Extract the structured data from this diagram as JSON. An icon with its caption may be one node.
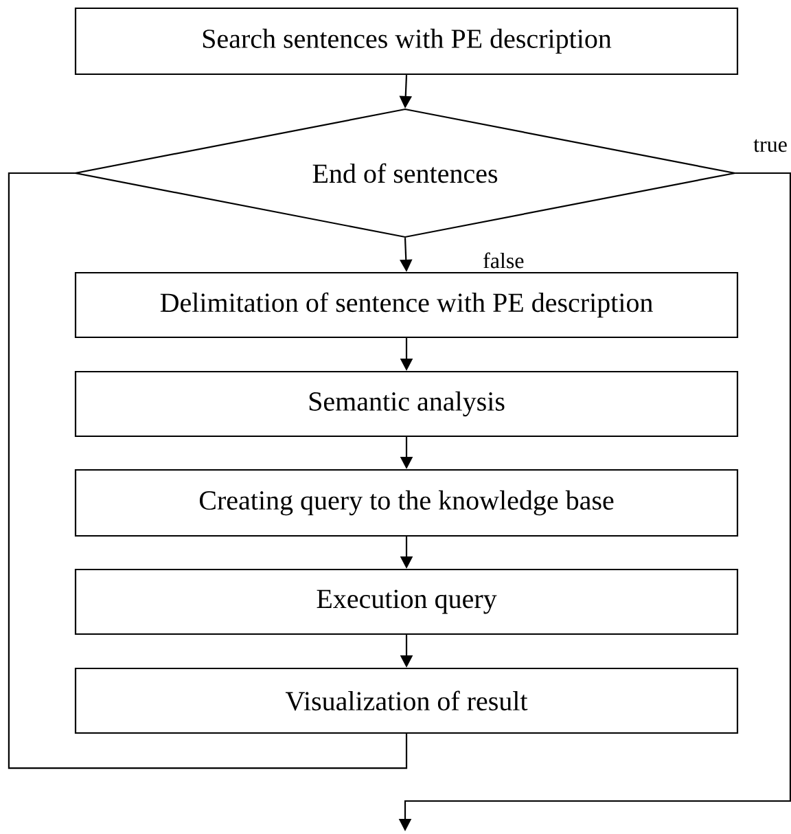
{
  "diagram": {
    "nodes": [
      {
        "text": [
          "Search sentences with PE description"
        ]
      },
      {
        "text": [
          "End of sentences"
        ]
      },
      {
        "text": [
          "Delimitation of sentence with PE description"
        ]
      },
      {
        "text": [
          "Semantic analysis"
        ]
      },
      {
        "text": [
          "Creating query to the knowledge base"
        ]
      },
      {
        "text": [
          "Execution query"
        ]
      },
      {
        "text": [
          "Visualization of result"
        ]
      }
    ],
    "edges": [
      {
        "from": 0,
        "to": 1,
        "arrow": "to"
      },
      {
        "from": 1,
        "to": 2,
        "arrow": "to",
        "label": "false"
      },
      {
        "from": 2,
        "to": 3,
        "arrow": "to"
      },
      {
        "from": 3,
        "to": 4,
        "arrow": "to"
      },
      {
        "from": 4,
        "to": 5,
        "arrow": "to"
      },
      {
        "from": 5,
        "to": 6,
        "arrow": "to"
      },
      {
        "from": 6,
        "to": 1,
        "arrow": "none"
      },
      {
        "from": 1,
        "to": null,
        "arrow": "to",
        "label": "true"
      }
    ]
  }
}
